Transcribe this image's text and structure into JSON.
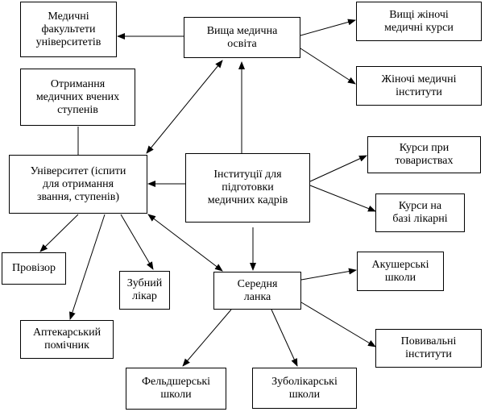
{
  "colors": {
    "line": "#000000",
    "box_border": "#000000",
    "background": "#ffffff"
  },
  "nodes": {
    "med_faculties": "Медичні\nфакультети\nуніверситетів",
    "higher_med_edu": "Вища медична\nосвіта",
    "higher_women_courses": "Вищі жіночі\nмедичні курси",
    "women_med_institutes": "Жіночі медичні\nінститути",
    "degrees": "Отримання\nмедичних вчених\nступенів",
    "university": "Університет (іспити\nдля отримання\nзвання, ступенів)",
    "institutions": "Інституції для\nпідготовки\nмедичних кадрів",
    "society_courses": "Курси при\nтовариствах",
    "hospital_courses": "Курси на\nбазі лікарні",
    "pharmacist": "Провізор",
    "dentist": "Зубний\nлікар",
    "middle_level": "Середня\nланка",
    "obstetric_schools": "Акушерські\nшколи",
    "pharmacy_assistant": "Аптекарський\nпомічник",
    "midwife_institutes": "Повивальні\nінститути",
    "feldsher_schools": "Фельдшерські\nшколи",
    "dental_schools": "Зуболікарські\nшколи"
  }
}
